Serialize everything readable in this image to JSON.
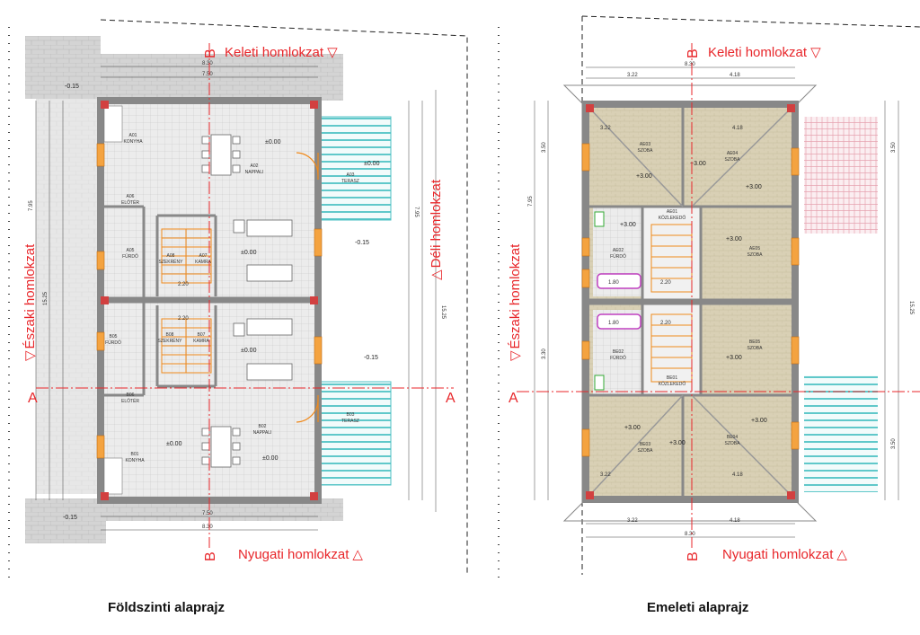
{
  "ground_floor": {
    "caption": "Földszinti alaprajz",
    "rooms": [
      {
        "code": "A01",
        "name": "KONYHA"
      },
      {
        "code": "A02",
        "name": "NAPPALI"
      },
      {
        "code": "A03",
        "name": "TERASZ"
      },
      {
        "code": "A05",
        "name": "FÜRDŐ"
      },
      {
        "code": "A06",
        "name": "ELŐTÉR"
      },
      {
        "code": "A07",
        "name": "KAMRA"
      },
      {
        "code": "A08",
        "name": "SZEKRÉNY"
      },
      {
        "code": "B01",
        "name": "KONYHA"
      },
      {
        "code": "B02",
        "name": "NAPPALI"
      },
      {
        "code": "B03",
        "name": "TERASZ"
      },
      {
        "code": "B05",
        "name": "FÜRDŐ"
      },
      {
        "code": "B06",
        "name": "ELŐTÉR"
      },
      {
        "code": "B07",
        "name": "KAMRA"
      },
      {
        "code": "B08",
        "name": "SZEKRÉNY"
      }
    ]
  },
  "upper_floor": {
    "caption": "Emeleti alaprajz",
    "rooms": [
      {
        "code": "AE01",
        "name": "KÖZLEKEDŐ"
      },
      {
        "code": "AE02",
        "name": "FÜRDŐ"
      },
      {
        "code": "AE03",
        "name": "SZOBA"
      },
      {
        "code": "AE04",
        "name": "SZOBA"
      },
      {
        "code": "AE05",
        "name": "SZOBA"
      },
      {
        "code": "BE01",
        "name": "KÖZLEKEDŐ"
      },
      {
        "code": "BE02",
        "name": "FÜRDŐ"
      },
      {
        "code": "BE03",
        "name": "SZOBA"
      },
      {
        "code": "BE04",
        "name": "SZOBA"
      },
      {
        "code": "BE05",
        "name": "SZOBA"
      }
    ]
  },
  "labels": {
    "east": "Keleti homlokzat",
    "west": "Nyugati homlokzat",
    "north": "Északi homlokzat",
    "south": "Déli homlokzat",
    "section_a": "A",
    "section_b": "B",
    "down_marker": "▽",
    "up_marker": "△"
  },
  "levels": {
    "ground": "±0.00",
    "upper": "+3.00",
    "outside": "-0.15"
  },
  "dimensions": {
    "ground_top_total": "8.30",
    "ground_top_inner": "7.50",
    "ground_depth_total": "15.25",
    "ground_half": "7.95",
    "upper_left": "3.22",
    "upper_right": "4.18",
    "upper_top_total": "8.30",
    "door_width": "2.20",
    "bath_width": "1.80",
    "side_a": "2.90",
    "side_b": "3.50",
    "side_c": "3.30"
  },
  "colors": {
    "section_red": "#e8262a",
    "wall": "#8c8c8c",
    "wood_floor": "#d8cfb4",
    "tile_floor": "#e6e6e6",
    "terrace_teal": "#4fc2c4",
    "terrace_pink": "#e6a3b0",
    "paving": "#d0d0d0",
    "door_orange": "#f08a1c",
    "bath_magenta": "#c040c0"
  }
}
